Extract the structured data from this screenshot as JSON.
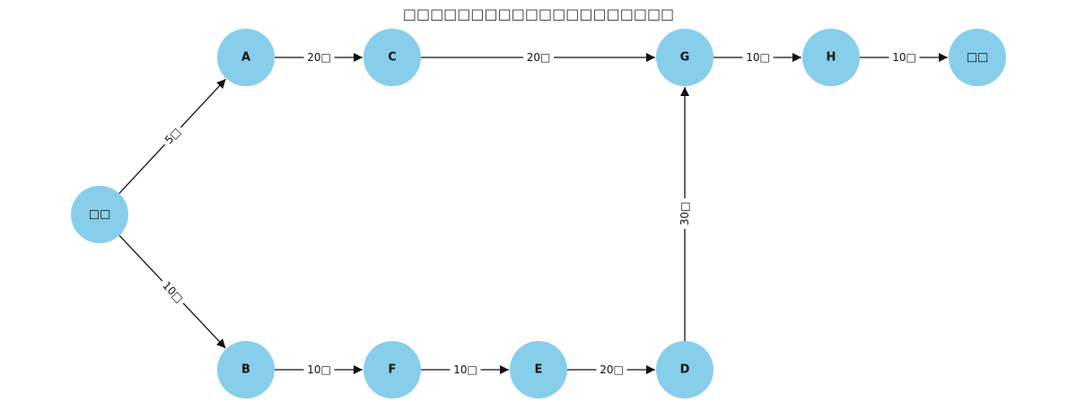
{
  "title": "□□□□□□□□□□□□□□□□□□□□",
  "colors": {
    "node_fill": "#87CEEB",
    "edge": "#111111",
    "background": "#ffffff"
  },
  "nodes": [
    {
      "id": "start",
      "label": "□□"
    },
    {
      "id": "A",
      "label": "A"
    },
    {
      "id": "B",
      "label": "B"
    },
    {
      "id": "C",
      "label": "C"
    },
    {
      "id": "F",
      "label": "F"
    },
    {
      "id": "E",
      "label": "E"
    },
    {
      "id": "D",
      "label": "D"
    },
    {
      "id": "G",
      "label": "G"
    },
    {
      "id": "H",
      "label": "H"
    },
    {
      "id": "end",
      "label": "□□"
    }
  ],
  "edges": [
    {
      "from": "start",
      "to": "A",
      "label": "5□"
    },
    {
      "from": "start",
      "to": "B",
      "label": "10□"
    },
    {
      "from": "A",
      "to": "C",
      "label": "20□"
    },
    {
      "from": "C",
      "to": "G",
      "label": "20□"
    },
    {
      "from": "G",
      "to": "H",
      "label": "10□"
    },
    {
      "from": "H",
      "to": "end",
      "label": "10□"
    },
    {
      "from": "B",
      "to": "F",
      "label": "10□"
    },
    {
      "from": "F",
      "to": "E",
      "label": "10□"
    },
    {
      "from": "E",
      "to": "D",
      "label": "20□"
    },
    {
      "from": "D",
      "to": "G",
      "label": "30□"
    }
  ]
}
